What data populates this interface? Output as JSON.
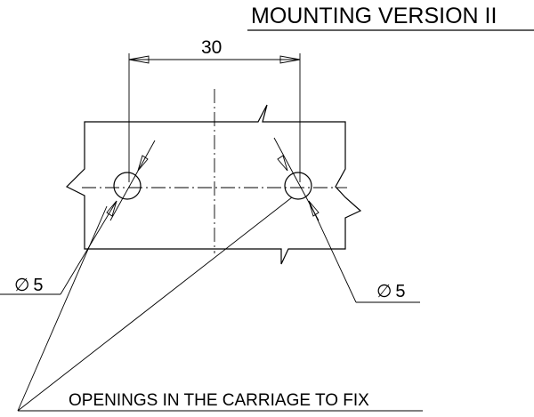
{
  "title": "MOUNTING VERSION II",
  "dimension_spacing": "30",
  "hole_left": {
    "symbol": "∅",
    "value": "5"
  },
  "hole_right": {
    "symbol": "∅",
    "value": "5"
  },
  "note": "OPENINGS IN THE CARRIAGE TO FIX"
}
